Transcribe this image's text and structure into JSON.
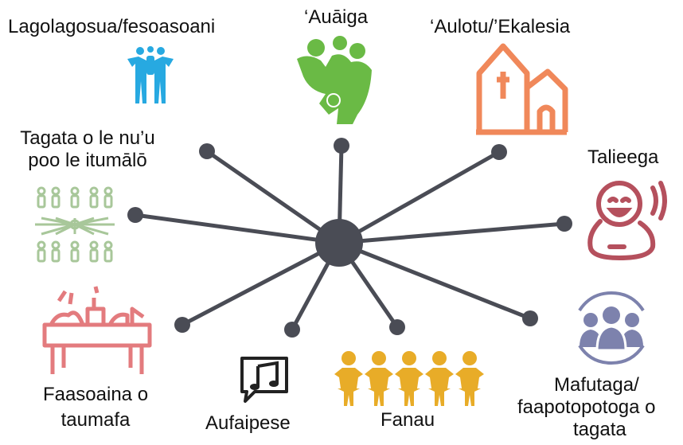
{
  "hub": {
    "color": "#4a4c55"
  },
  "nodes": [
    {
      "id": "friends",
      "label_lines": [
        "Lagolagosua/fesoasoani"
      ],
      "icon": "friends-icon",
      "color": "#27a9e1"
    },
    {
      "id": "family",
      "label_lines": [
        "‘Auāiga"
      ],
      "icon": "family-icon",
      "color": "#6aba45"
    },
    {
      "id": "church",
      "label_lines": [
        "‘Aulotu/’Ekalesia"
      ],
      "icon": "church-icon",
      "color": "#f0885a"
    },
    {
      "id": "neighbours",
      "label_lines": [
        "Tagata o le nu’u",
        "poo le itumālō"
      ],
      "icon": "network-icon",
      "color": "#a8c79a"
    },
    {
      "id": "talk",
      "label_lines": [
        "Talieega"
      ],
      "icon": "laughing-person-icon",
      "color": "#b5505d"
    },
    {
      "id": "food",
      "label_lines": [
        "Faasoaina o",
        "taumafa"
      ],
      "icon": "feast-table-icon",
      "color": "#e37b7e"
    },
    {
      "id": "music",
      "label_lines": [
        "Aufaipese"
      ],
      "icon": "music-note-icon",
      "color": "#222222"
    },
    {
      "id": "children",
      "label_lines": [
        "Fanau"
      ],
      "icon": "children-icon",
      "color": "#e8ac28"
    },
    {
      "id": "groups",
      "label_lines": [
        "Mafutaga/",
        "faapotopotoga o",
        "tagata"
      ],
      "icon": "people-group-icon",
      "color": "#7d82ad"
    }
  ]
}
